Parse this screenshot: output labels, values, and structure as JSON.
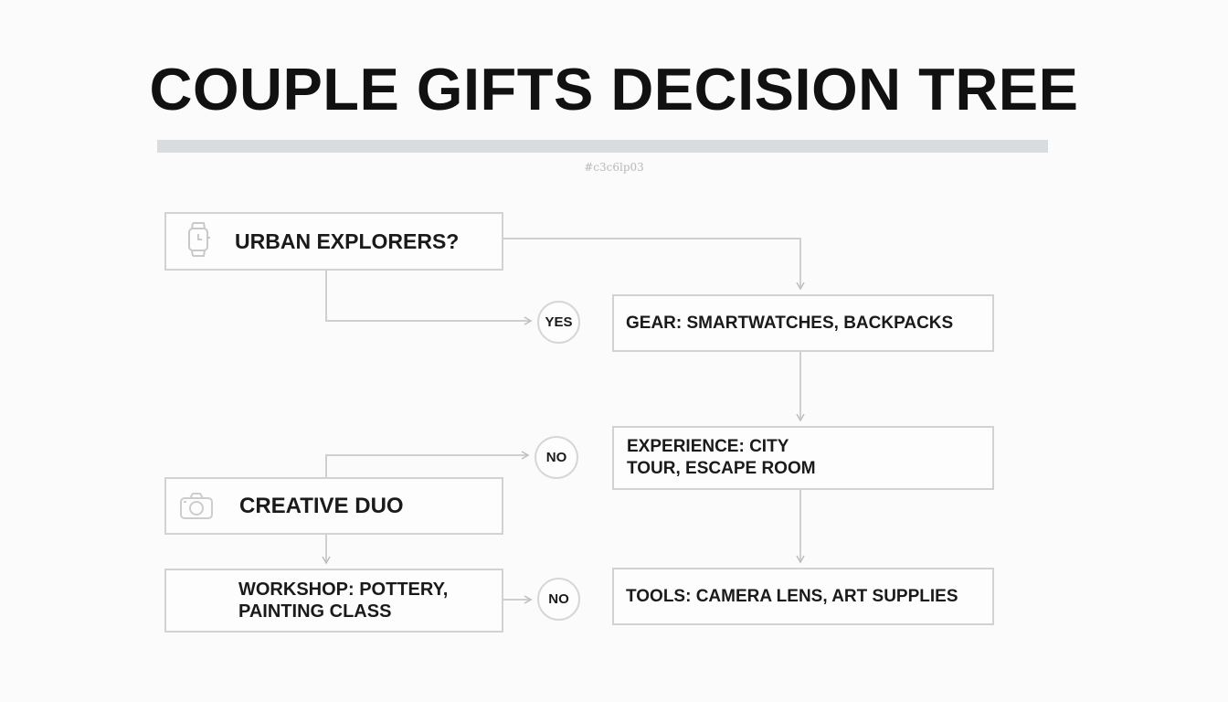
{
  "diagram": {
    "title": "COUPLE GIFTS DECISION TREE",
    "caption": "#c3c6lp03",
    "nodes": {
      "urban_explorers": "URBAN EXPLORERS?",
      "gear": "GEAR: SMARTWATCHES, BACKPACKS",
      "experience": "EXPERIENCE: CITY\n TOUR, ESCAPE ROOM",
      "creative_duo": "CREATIVE DUO",
      "workshop": "WORKSHOP: POTTERY,\nPAINTING CLASS",
      "tools": "TOOLS: CAMERA LENS, ART SUPPLIES"
    },
    "decisions": {
      "yes_label": "YES",
      "no_label_top": "NO",
      "no_label_bottom": "NO"
    },
    "icons": {
      "urban_explorers": "smartwatch-icon",
      "creative_duo": "camera-icon"
    },
    "colors": {
      "connector": "#c8c8c8",
      "box_border": "#d2d2d2",
      "text": "#1a1a1a"
    }
  }
}
